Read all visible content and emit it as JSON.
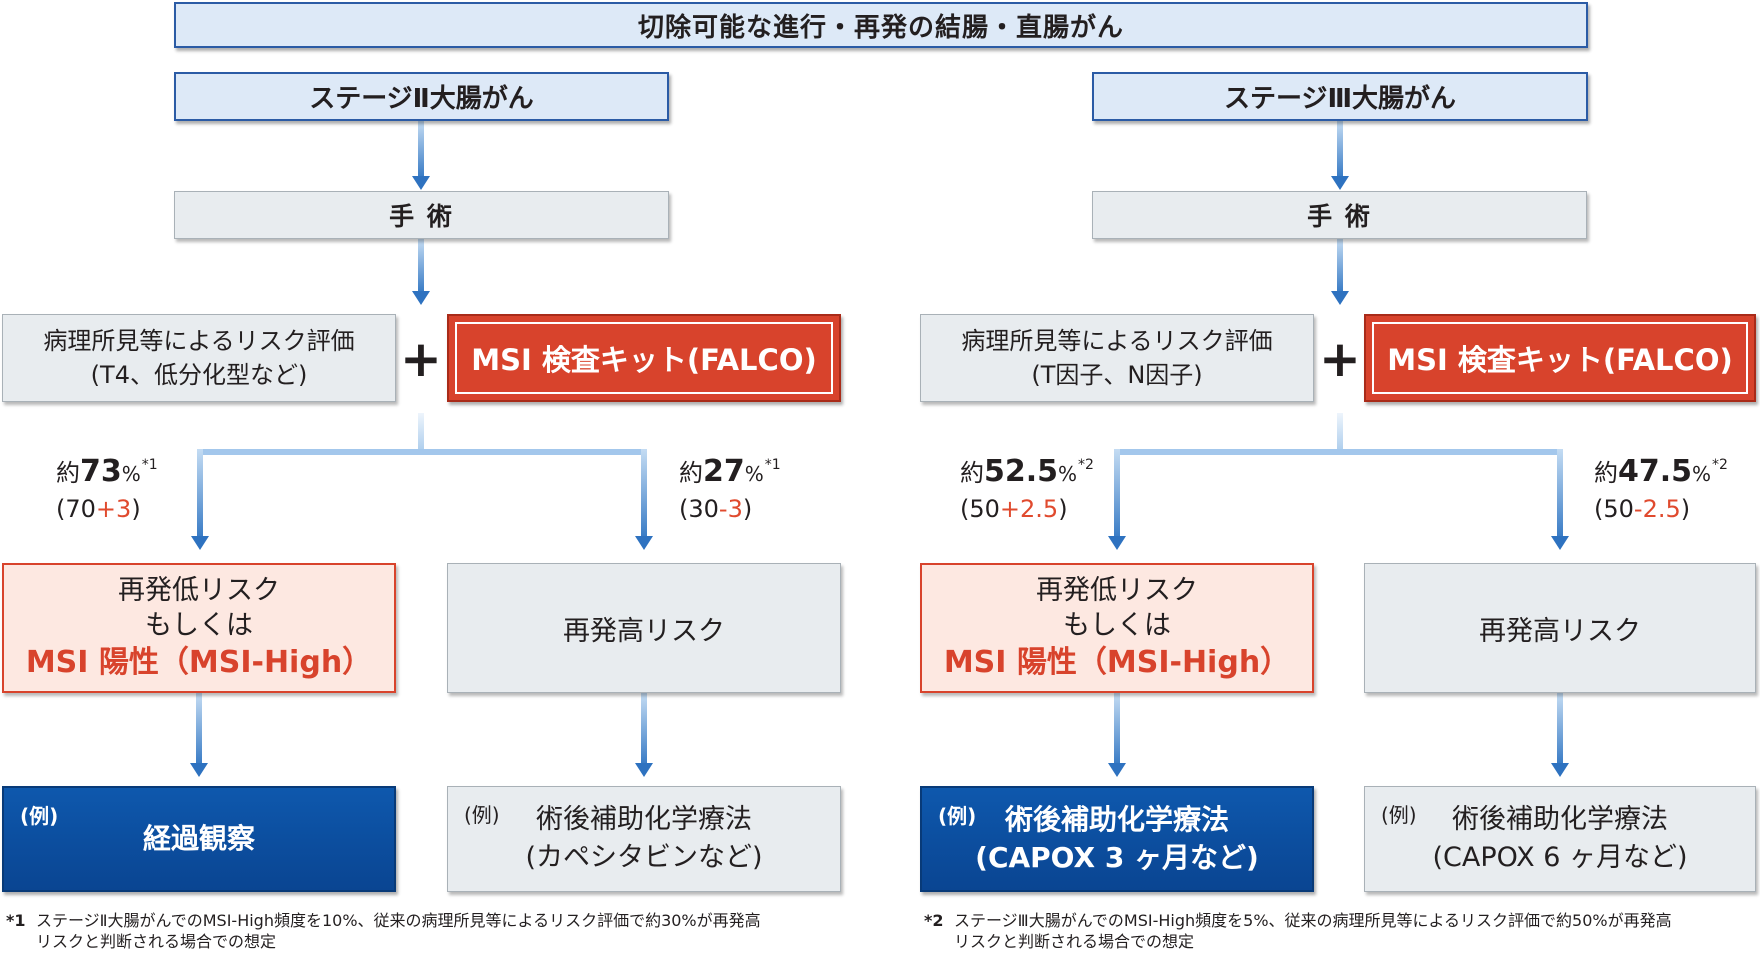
{
  "title": "切除可能な進行・再発の結腸・直腸がん",
  "columns": [
    {
      "stage": "ステージⅡ大腸がん",
      "surgery": "手 術",
      "risk_eval": [
        "病理所見等によるリスク評価",
        "(T4、低分化型など)"
      ],
      "plus": "+",
      "msi_kit": "MSI 検査キット(FALCO)",
      "branches": [
        {
          "about": "約",
          "value": "73",
          "unit": "%",
          "note": "*1",
          "paren_open": "(",
          "base": "70",
          "delta": "+3",
          "paren_close": ")"
        },
        {
          "about": "約",
          "value": "27",
          "unit": "%",
          "note": "*1",
          "paren_open": "(",
          "base": "30",
          "delta": "-3",
          "paren_close": ")"
        }
      ],
      "low_risk": [
        "再発低リスク",
        "もしくは",
        "MSI 陽性（MSI-High）"
      ],
      "high_risk": "再発高リスク",
      "outcomes": [
        {
          "example": "(例)",
          "lines": [
            "経過観察"
          ]
        },
        {
          "example": "(例)",
          "lines": [
            "術後補助化学療法",
            "(カペシタビンなど)"
          ]
        }
      ]
    },
    {
      "stage": "ステージⅢ大腸がん",
      "surgery": "手 術",
      "risk_eval": [
        "病理所見等によるリスク評価",
        "(T因子、N因子)"
      ],
      "plus": "+",
      "msi_kit": "MSI 検査キット(FALCO)",
      "branches": [
        {
          "about": "約",
          "value": "52.5",
          "unit": "%",
          "note": "*2",
          "paren_open": "(",
          "base": "50",
          "delta": "+2.5",
          "paren_close": ")"
        },
        {
          "about": "約",
          "value": "47.5",
          "unit": "%",
          "note": "*2",
          "paren_open": "(",
          "base": "50",
          "delta": "-2.5",
          "paren_close": ")"
        }
      ],
      "low_risk": [
        "再発低リスク",
        "もしくは",
        "MSI 陽性（MSI-High）"
      ],
      "high_risk": "再発高リスク",
      "outcomes": [
        {
          "example": "(例)",
          "lines": [
            "術後補助化学療法",
            "(CAPOX 3 ヶ月など)"
          ]
        },
        {
          "example": "(例)",
          "lines": [
            "術後補助化学療法",
            "(CAPOX 6 ヶ月など)"
          ]
        }
      ]
    }
  ],
  "footnotes": [
    {
      "mark": "*1",
      "lines": [
        "ステージⅡ大腸がんでのMSI-High頻度を10%、従来の病理所見等によるリスク評価で約30%が再発高",
        "リスクと判断される場合での想定"
      ]
    },
    {
      "mark": "*2",
      "lines": [
        "ステージⅢ大腸がんでのMSI-High頻度を5%、従来の病理所見等によるリスク評価で約50%が再発高",
        "リスクと判断される場合での想定"
      ]
    }
  ],
  "colors": {
    "frame_blue": "#2b5ba5",
    "accent_red": "#d8432c",
    "navy": "#0c4c9c",
    "arrow_blue": "#2e72c0"
  }
}
